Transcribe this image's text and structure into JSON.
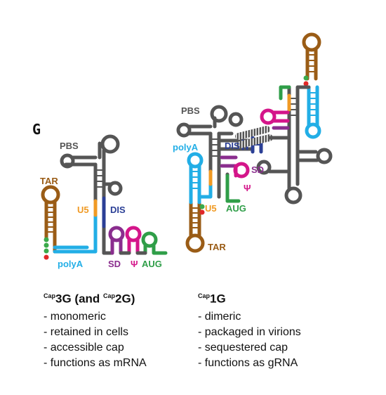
{
  "panel_label": "G",
  "colors": {
    "backbone": "#555555",
    "tar": "#9a5c16",
    "polyA": "#22aee6",
    "u5": "#f09a24",
    "dis": "#2b3f96",
    "sd": "#8a2d8e",
    "psi": "#d4158a",
    "aug": "#2f9e48",
    "cap_red": "#e02828",
    "cap_green": "#3aaa4a"
  },
  "left_structure": {
    "labels": {
      "pbs": "PBS",
      "tar": "TAR",
      "u5": "U5",
      "dis": "DIS",
      "polyA": "polyA",
      "sd": "SD",
      "psi": "Ψ",
      "aug": "AUG"
    }
  },
  "right_structure": {
    "labels": {
      "pbs": "PBS",
      "polyA": "polyA",
      "dis": "DIS",
      "sd": "SD",
      "psi": "Ψ",
      "u5": "U5",
      "aug": "AUG",
      "tar": "TAR"
    }
  },
  "legend_left": {
    "title_prefix": "Cap",
    "title_main": "3G (and ",
    "title_prefix2": "Cap",
    "title_main2": "2G)",
    "items": [
      "- monomeric",
      "- retained in cells",
      "- accessible cap",
      "- functions as mRNA"
    ]
  },
  "legend_right": {
    "title_prefix": "Cap",
    "title_main": "1G",
    "items": [
      "- dimeric",
      "- packaged in virions",
      "- sequestered cap",
      "- functions as gRNA"
    ]
  }
}
